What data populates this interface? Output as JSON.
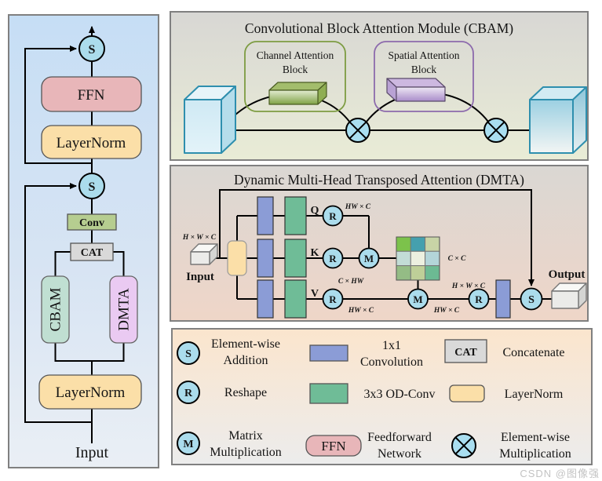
{
  "watermark": "CSDN @图像强",
  "colors": {
    "left_panel_bg_top": "#c6def5",
    "left_panel_bg_bottom": "#eaeff5",
    "cbam_panel_bg_top": "#d8d7d4",
    "cbam_panel_bg_bottom": "#e9ecd6",
    "dmta_panel_bg_top": "#dad7d3",
    "dmta_panel_bg_bottom": "#efd6c8",
    "legend_bg_top": "#fbe5cd",
    "legend_bg_bottom": "#ececec",
    "circle_fill": "#abdcec",
    "multiply_fill": "#a9def0",
    "ffn_fill": "#e8b6b9",
    "layernorm_fill": "#fbdfa8",
    "conv_fill": "#b6cd90",
    "cat_fill": "#d9d9d9",
    "cbam_fill": "#c0dfd2",
    "dmta_fill": "#eacaf2",
    "conv1x1_fill": "#8b9cd6",
    "odconv_fill": "#6fbc97",
    "cube_stroke": "#2e8fae"
  },
  "left_panel": {
    "add_symbol": "S",
    "ffn": "FFN",
    "layernorm_top": "LayerNorm",
    "conv": "Conv",
    "cat": "CAT",
    "cbam": "CBAM",
    "dmta": "DMTA",
    "layernorm_bottom": "LayerNorm",
    "input": "Input"
  },
  "cbam_panel": {
    "title": "Convolutional Block Attention Module (CBAM)",
    "channel_block": [
      "Channel Attention",
      "Block"
    ],
    "spatial_block": [
      "Spatial Attention",
      "Block"
    ]
  },
  "dmta_panel": {
    "title": "Dynamic Multi-Head Transposed Attention (DMTA)",
    "input": "Input",
    "output": "Output",
    "q": "Q",
    "k": "K",
    "v": "V",
    "reshape_symbol": "R",
    "matmul_symbol": "M",
    "add_symbol": "S",
    "dim_input": "H × W × C",
    "dim_q": "HW × C",
    "dim_k": "C × HW",
    "dim_v": "HW × C",
    "dim_attn": "C × C",
    "dim_after_m2": "HW × C",
    "dim_after_r2": "H × W × C",
    "grid_colors": [
      "#7cc24b",
      "#45a0ae",
      "#c8d4a6",
      "#c2dcd6",
      "#edf0e0",
      "#b3d5d9",
      "#94bc85",
      "#becf98",
      "#6cba93"
    ]
  },
  "legend": {
    "items": [
      {
        "symbol": "S",
        "lines": [
          "Element-wise",
          "Addition"
        ]
      },
      {
        "symbol": "R",
        "lines": [
          "Reshape"
        ]
      },
      {
        "symbol": "M",
        "lines": [
          "Matrix",
          "Multiplication"
        ]
      },
      {
        "symbol": "",
        "lines": [
          "1x1",
          "Convolution"
        ]
      },
      {
        "symbol": "",
        "lines": [
          "3x3 OD-Conv"
        ]
      },
      {
        "symbol": "FFN",
        "lines": [
          "Feedforward",
          "Network"
        ]
      },
      {
        "symbol": "CAT",
        "lines": [
          "Concatenate"
        ]
      },
      {
        "symbol": "",
        "lines": [
          "LayerNorm"
        ]
      },
      {
        "symbol": "",
        "lines": [
          "Element-wise",
          "Multiplication"
        ]
      }
    ]
  }
}
